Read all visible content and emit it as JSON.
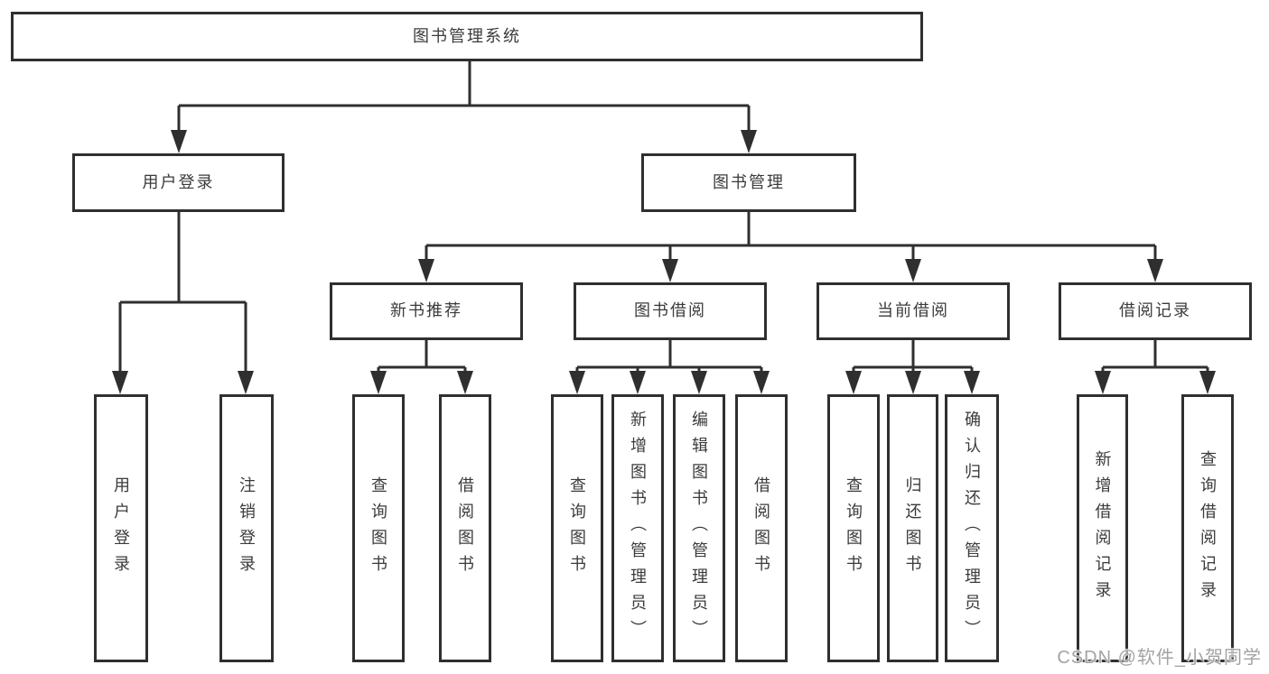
{
  "diagram": {
    "root": {
      "label": "图书管理系统"
    },
    "branches": [
      {
        "label": "用户登录",
        "children": [
          {
            "label": "用户登录"
          },
          {
            "label": "注销登录"
          }
        ]
      },
      {
        "label": "图书管理",
        "children": [
          {
            "label": "新书推荐",
            "children": [
              {
                "label": "查询图书"
              },
              {
                "label": "借阅图书"
              }
            ]
          },
          {
            "label": "图书借阅",
            "children": [
              {
                "label": "查询图书"
              },
              {
                "label": "新增图书（管理员）"
              },
              {
                "label": "编辑图书（管理员）"
              },
              {
                "label": "借阅图书"
              }
            ]
          },
          {
            "label": "当前借阅",
            "children": [
              {
                "label": "查询图书"
              },
              {
                "label": "归还图书"
              },
              {
                "label": "确认归还（管理员）"
              }
            ]
          },
          {
            "label": "借阅记录",
            "children": [
              {
                "label": "新增借阅记录"
              },
              {
                "label": "查询借阅记录"
              }
            ]
          }
        ]
      }
    ]
  },
  "watermark": {
    "text": "CSDN @软件_小贺同学"
  },
  "colors": {
    "line": "#2f2f2f",
    "text": "#3b3b3b",
    "box_bg": "#ffffff",
    "page_bg": "#ffffff",
    "watermark": "#a3a3a3"
  }
}
